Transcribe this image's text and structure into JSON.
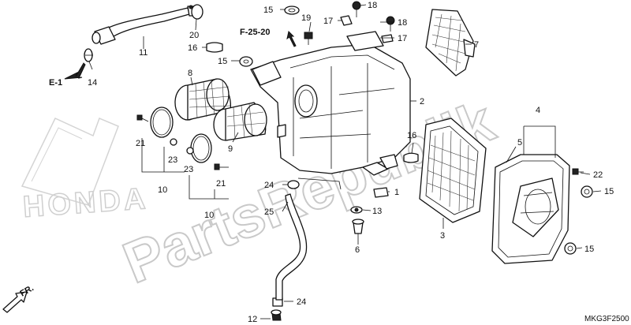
{
  "watermark": {
    "text": "PartsRepublik",
    "brand": "HONDA"
  },
  "diagram": {
    "code": "MKG3F2500",
    "refs": {
      "e1": "E-1",
      "f2520": "F-25-20",
      "front": "FR."
    },
    "callouts": {
      "c1": "1",
      "c2": "2",
      "c3": "3",
      "c4": "4",
      "c5": "5",
      "c6": "6",
      "c7": "7",
      "c8": "8",
      "c9": "9",
      "c10a": "10",
      "c10b": "10",
      "c11": "11",
      "c12": "12",
      "c13": "13",
      "c14": "14",
      "c15a": "15",
      "c15b": "15",
      "c15c": "15",
      "c15d": "15",
      "c16a": "16",
      "c16b": "16",
      "c17a": "17",
      "c17b": "17",
      "c18": "18",
      "c19": "19",
      "c20": "20",
      "c21a": "21",
      "c21b": "21",
      "c22": "22",
      "c23a": "23",
      "c23b": "23",
      "c24a": "24",
      "c24b": "24",
      "c25": "25"
    }
  }
}
